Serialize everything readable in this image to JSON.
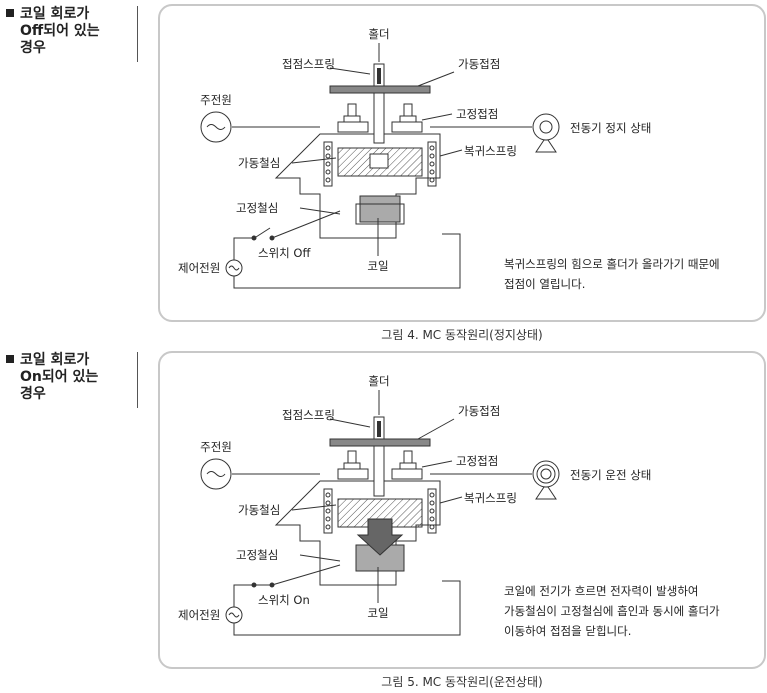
{
  "sections": [
    {
      "title_lines": [
        "코일 회로가",
        "Off되어 있는",
        "경우"
      ],
      "labels": {
        "holder": "홀더",
        "contact_spring": "접점스프링",
        "moving_contact": "가동접점",
        "main_power": "주전원",
        "fixed_contact": "고정접점",
        "motor_state": "전동기 정지 상태",
        "moving_core": "가동철심",
        "return_spring": "복귀스프링",
        "fixed_core": "고정철심",
        "switch": "스위치 Off",
        "control_power": "제어전원",
        "coil": "코일"
      },
      "description_lines": [
        "복귀스프링의 힘으로 홀더가 올라가기 때문에",
        "접점이 열립니다."
      ],
      "caption": "그림 4. MC 동작원리(정지상태)"
    },
    {
      "title_lines": [
        "코일 회로가",
        "On되어 있는",
        "경우"
      ],
      "labels": {
        "holder": "홀더",
        "contact_spring": "접점스프링",
        "moving_contact": "가동접점",
        "main_power": "주전원",
        "fixed_contact": "고정접점",
        "motor_state": "전동기 운전 상태",
        "moving_core": "가동철심",
        "return_spring": "복귀스프링",
        "fixed_core": "고정철심",
        "switch": "스위치 On",
        "control_power": "제어전원",
        "coil": "코일"
      },
      "description_lines": [
        "코일에 전기가 흐르면 전자력이 발생하여",
        "가동철심이 고정철심에 흡인과 동시에 홀더가",
        "이동하여 접점을 닫힙니다."
      ],
      "caption": "그림 5. MC 동작원리(운전상태)"
    }
  ]
}
